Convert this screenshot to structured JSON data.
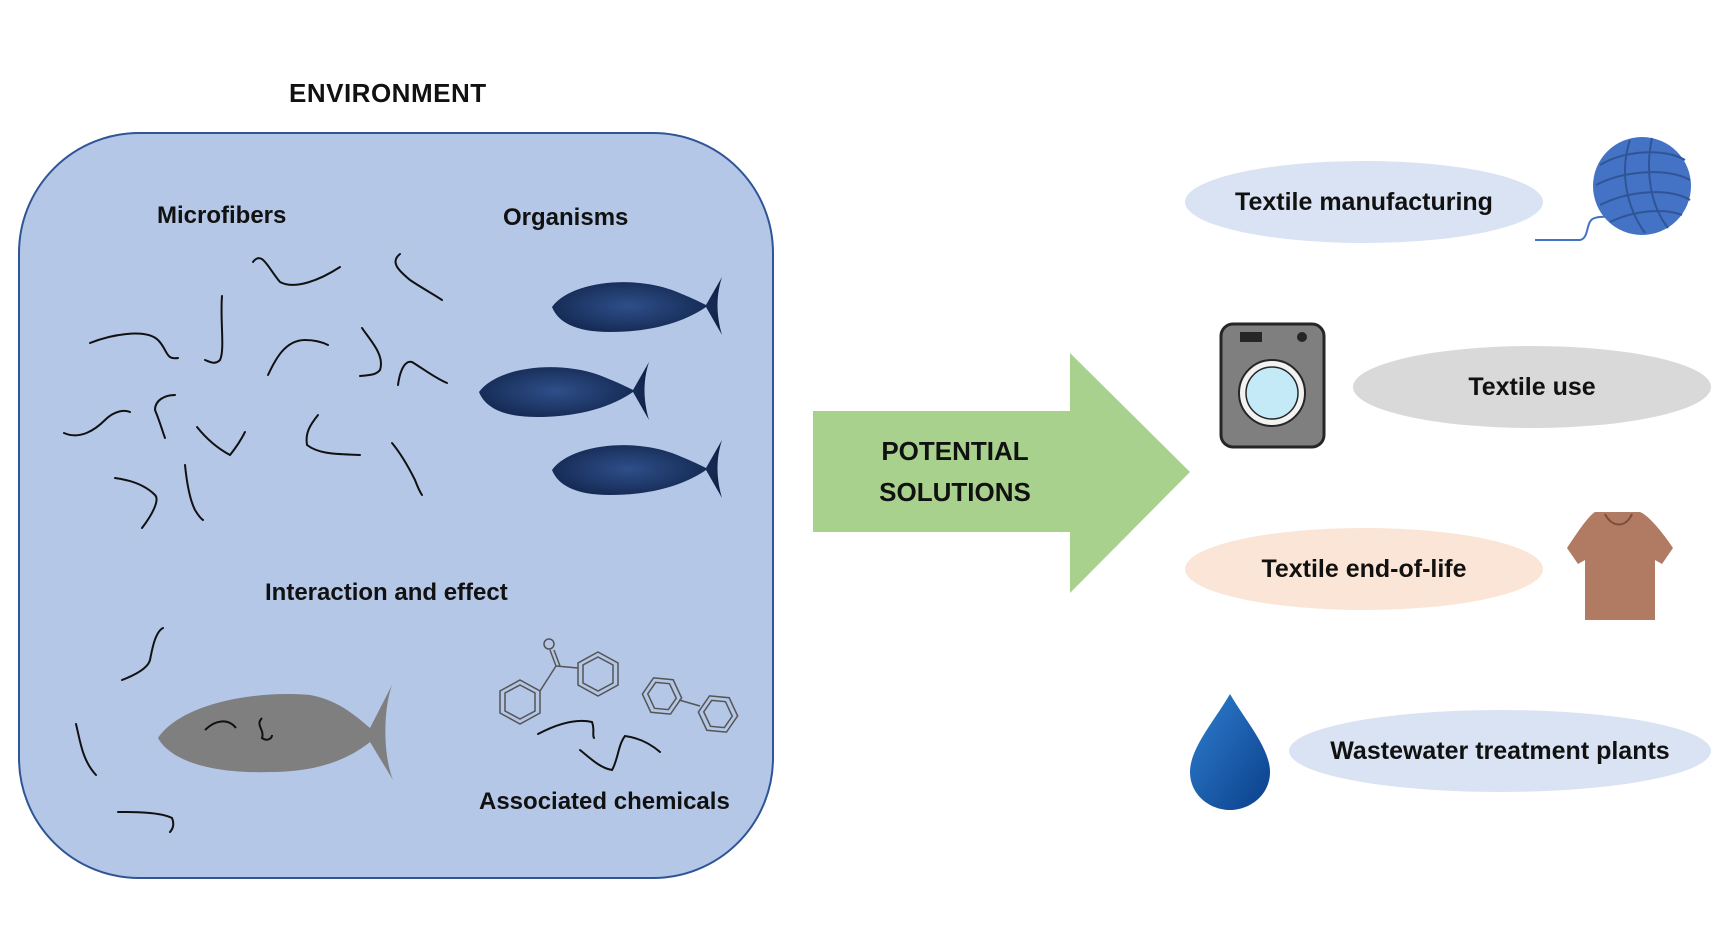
{
  "environment": {
    "title": "ENVIRONMENT",
    "microfibers_label": "Microfibers",
    "organisms_label": "Organisms",
    "interaction_label": "Interaction and effect",
    "chemicals_label": "Associated chemicals"
  },
  "arrow": {
    "line1": "POTENTIAL",
    "line2": "SOLUTIONS",
    "color": "#a8d18d"
  },
  "solutions": [
    {
      "label": "Textile manufacturing",
      "color": "#dae3f3",
      "icon": "yarn-ball-icon"
    },
    {
      "label": "Textile use",
      "color": "#d9d9d9",
      "icon": "washing-machine-icon"
    },
    {
      "label": "Textile end-of-life",
      "color": "#fbe5d6",
      "icon": "t-shirt-icon"
    },
    {
      "label": "Wastewater treatment plants",
      "color": "#dae3f3",
      "icon": "water-drop-icon"
    }
  ],
  "colors": {
    "env_box": "#b4c7e7",
    "env_border": "#2f5597",
    "fish": "#1f3864",
    "affected_fish": "#7f7f7f"
  }
}
